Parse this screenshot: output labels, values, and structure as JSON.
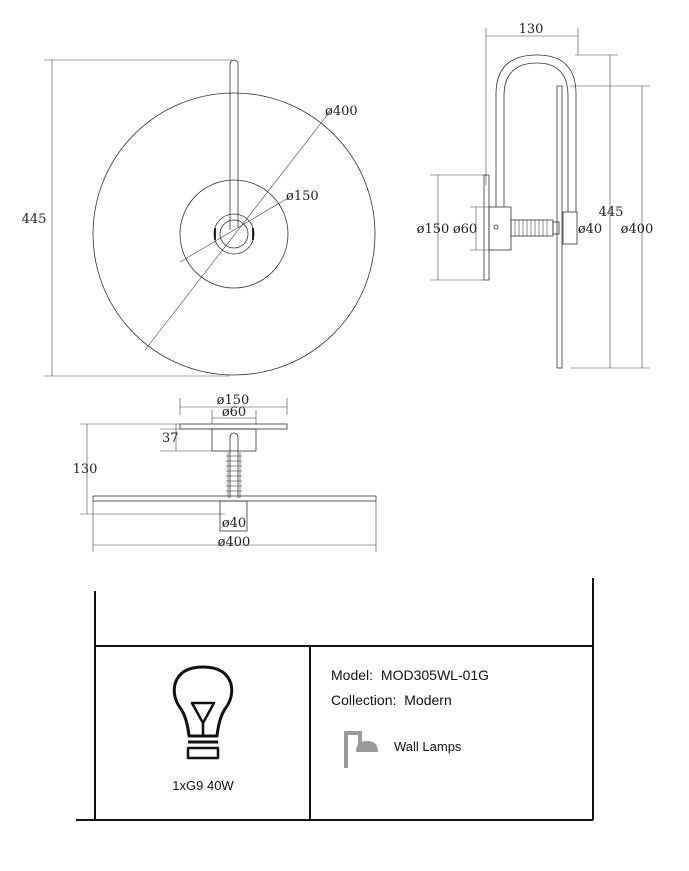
{
  "front_view": {
    "height": "445",
    "outer_diameter": "ø400",
    "inner_diameter": "ø150"
  },
  "side_view": {
    "depth": "130",
    "height": "445",
    "outer_diameter": "ø400",
    "plate_diameter": "ø150",
    "base_diameter": "ø60",
    "holder_diameter": "ø40"
  },
  "top_view": {
    "plate_diameter": "ø150",
    "base_diameter": "ø60",
    "base_depth": "37",
    "depth": "130",
    "holder_diameter": "ø40",
    "outer_diameter": "ø400"
  },
  "spec": {
    "lamp_label": "1xG9 40W",
    "model_label": "Model:",
    "model_value": "MOD305WL-01G",
    "collection_label": "Collection:",
    "collection_value": "Modern",
    "type_label": "Wall Lamps",
    "icons": [
      "bulb-icon",
      "wall-lamp-icon"
    ]
  }
}
